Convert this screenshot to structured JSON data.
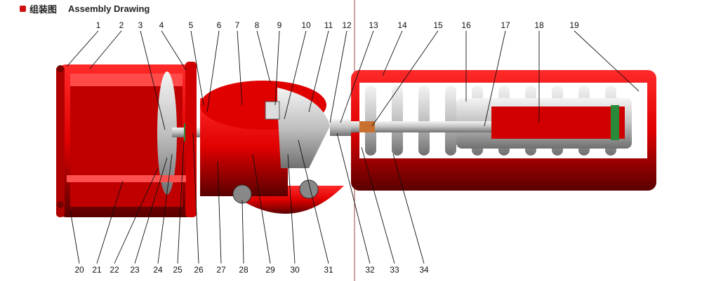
{
  "header": {
    "title_cn": "组装图",
    "title_en": "Assembly Drawing"
  },
  "colors": {
    "body": "#e00000",
    "dark": "#7a0000",
    "steel": "#c8c8c8",
    "divider": "#a04040"
  },
  "callouts_top": [
    "1",
    "2",
    "3",
    "4",
    "5",
    "6",
    "7",
    "8",
    "9",
    "10",
    "11",
    "12",
    "13",
    "14",
    "15",
    "16",
    "17",
    "18",
    "19"
  ],
  "callouts_bottom": [
    "20",
    "21",
    "22",
    "23",
    "24",
    "25",
    "26",
    "27",
    "28",
    "29",
    "30",
    "31",
    "32",
    "33",
    "34"
  ]
}
